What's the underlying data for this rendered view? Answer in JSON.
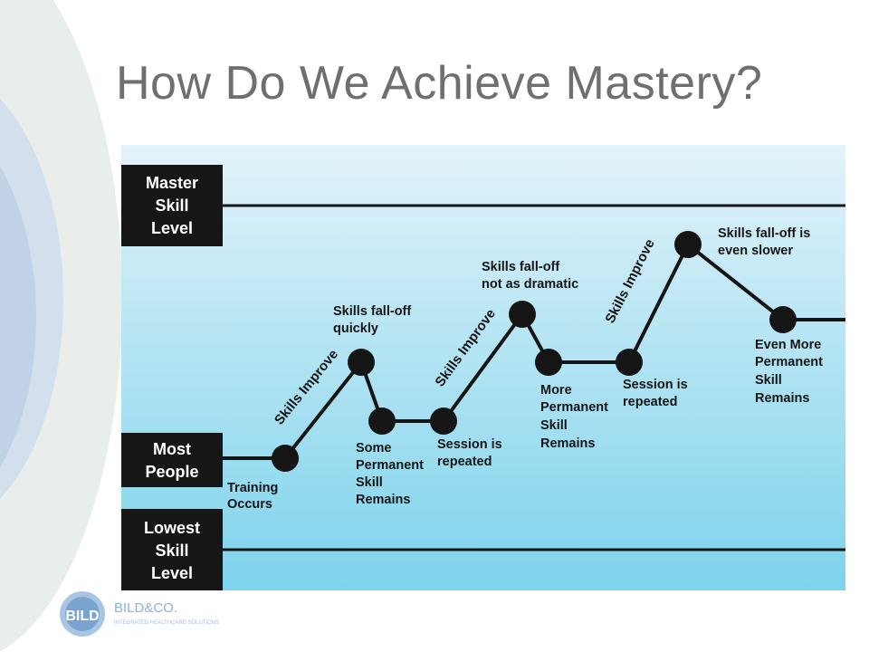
{
  "title": "How Do We Achieve Mastery?",
  "levels": {
    "master": [
      "Master",
      "Skill",
      "Level"
    ],
    "most": [
      "Most",
      "People"
    ],
    "lowest": [
      "Lowest",
      "Skill",
      "Level"
    ]
  },
  "arrows": {
    "improve1": "Skills Improve",
    "improve2": "Skills Improve",
    "improve3": "Skills Improve"
  },
  "notes": {
    "training": [
      "Training",
      "Occurs"
    ],
    "falloff1": [
      "Skills fall-off",
      "quickly"
    ],
    "remain1": [
      "Some",
      "Permanent",
      "Skill",
      "Remains"
    ],
    "session1": [
      "Session is",
      "repeated"
    ],
    "falloff2": [
      "Skills fall-off",
      "not as dramatic"
    ],
    "remain2": [
      "More",
      "Permanent",
      "Skill",
      "Remains"
    ],
    "session2": [
      "Session is",
      "repeated"
    ],
    "falloff3": [
      "Skills fall-off is",
      "even slower"
    ],
    "remain3": [
      "Even More",
      "Permanent",
      "Skill",
      "Remains"
    ]
  },
  "logo": {
    "mark": "BILD",
    "name": "BILD&CO.",
    "tagline": "INTEGRATED HEALTHCARE SOLUTIONS"
  },
  "colors": {
    "title": "#6f6f6f",
    "panel_top": "#e3f3fa",
    "panel_bottom": "#7dd3ec",
    "label_box": "#161616",
    "line": "#151515"
  }
}
